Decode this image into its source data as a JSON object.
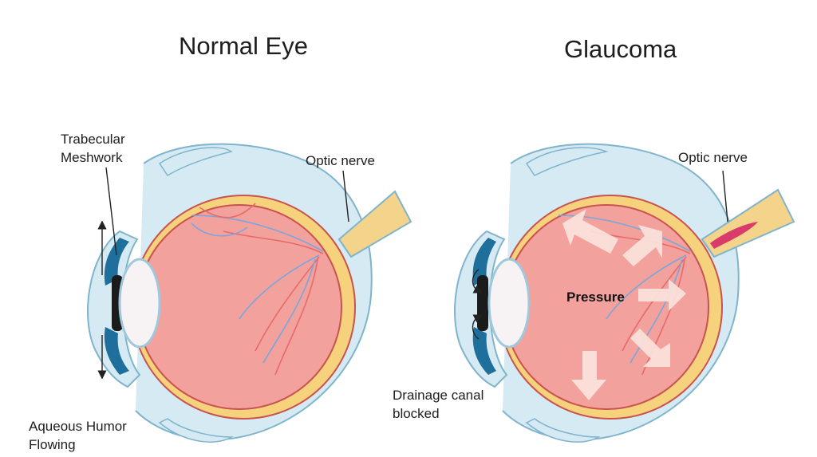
{
  "titles": {
    "normal": "Normal Eye",
    "glaucoma": "Glaucoma"
  },
  "labels": {
    "trabecular": [
      "Trabecular",
      "Meshwork"
    ],
    "optic_normal": "Optic nerve",
    "optic_glaucoma": "Optic nerve",
    "aqueous": [
      "Aqueous Humor",
      "Flowing"
    ],
    "drainage": [
      "Drainage canal",
      "blocked"
    ],
    "pressure": "Pressure"
  },
  "colors": {
    "retina_fill": "#f2a19c",
    "retina_edge": "#c9534f",
    "sclera": "#d6eaf3",
    "sclera_edge": "#7fb4cc",
    "choroid": "#f6d27d",
    "vessel_red": "#e86a6a",
    "vessel_blue": "#7aa6dc",
    "meshwork": "#1f6f9c",
    "lens": "#f7f2f4",
    "pupil": "#1b1b1b",
    "nerve": "#f4d48a",
    "nerve_damaged": "#d93b6a",
    "arrow_light": "#fbe3dc"
  }
}
